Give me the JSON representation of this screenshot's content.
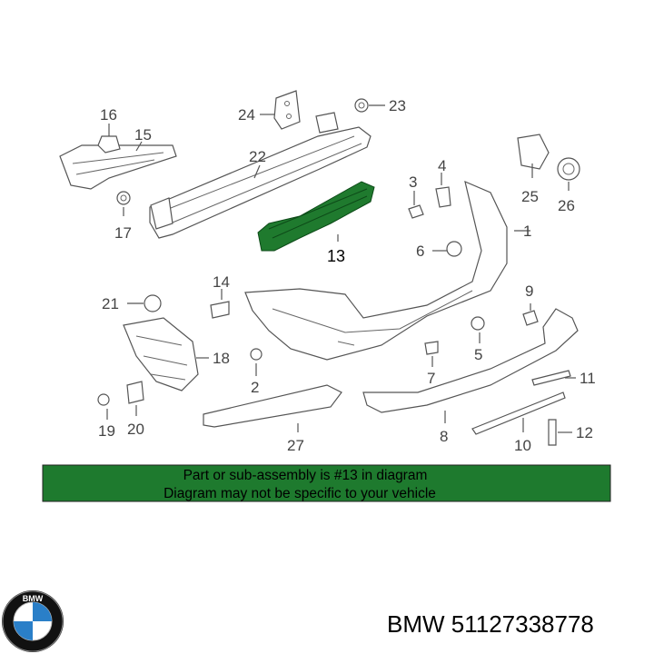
{
  "diagram": {
    "callouts": [
      "1",
      "2",
      "3",
      "4",
      "5",
      "6",
      "7",
      "8",
      "9",
      "10",
      "11",
      "12",
      "13",
      "14",
      "15",
      "16",
      "17",
      "18",
      "19",
      "20",
      "21",
      "22",
      "23",
      "24",
      "25",
      "26",
      "27"
    ],
    "highlight_color": "#1f7a2e",
    "banner_color": "#1e7a2e"
  },
  "banner": {
    "line1": "Part or sub-assembly is #13 in diagram",
    "line2": "Diagram may not be specific to your vehicle"
  },
  "footer": {
    "part_label": "BMW 51127338778",
    "logo_letters": "BMW"
  }
}
